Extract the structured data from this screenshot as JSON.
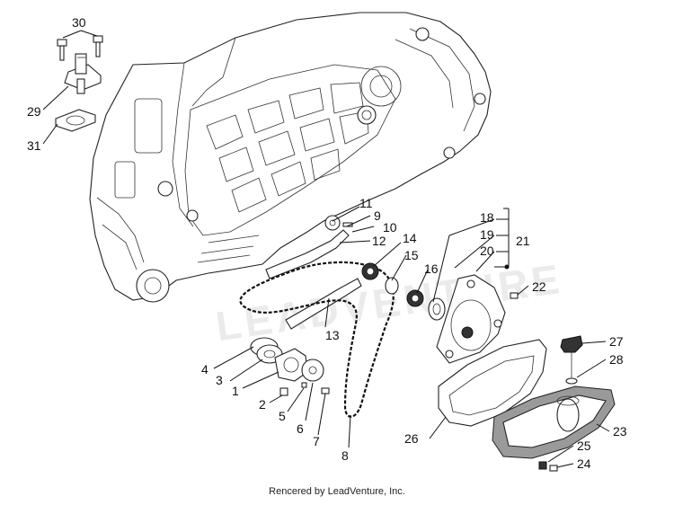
{
  "diagram": {
    "labels": {
      "p1": "1",
      "p2": "2",
      "p3": "3",
      "p4": "4",
      "p5": "5",
      "p6": "6",
      "p7": "7",
      "p8": "8",
      "p9": "9",
      "p10": "10",
      "p11": "11",
      "p12": "12",
      "p13": "13",
      "p14": "14",
      "p15": "15",
      "p16": "16",
      "p18": "18",
      "p19": "19",
      "p20": "20",
      "p21": "21",
      "p22": "22",
      "p23": "23",
      "p24": "24",
      "p25": "25",
      "p26": "26",
      "p27": "27",
      "p28": "28",
      "p29": "29",
      "p30": "30",
      "p31": "31"
    },
    "watermark": "LEADVENTURE",
    "credit": "Rencered by LeadVenture, Inc."
  }
}
